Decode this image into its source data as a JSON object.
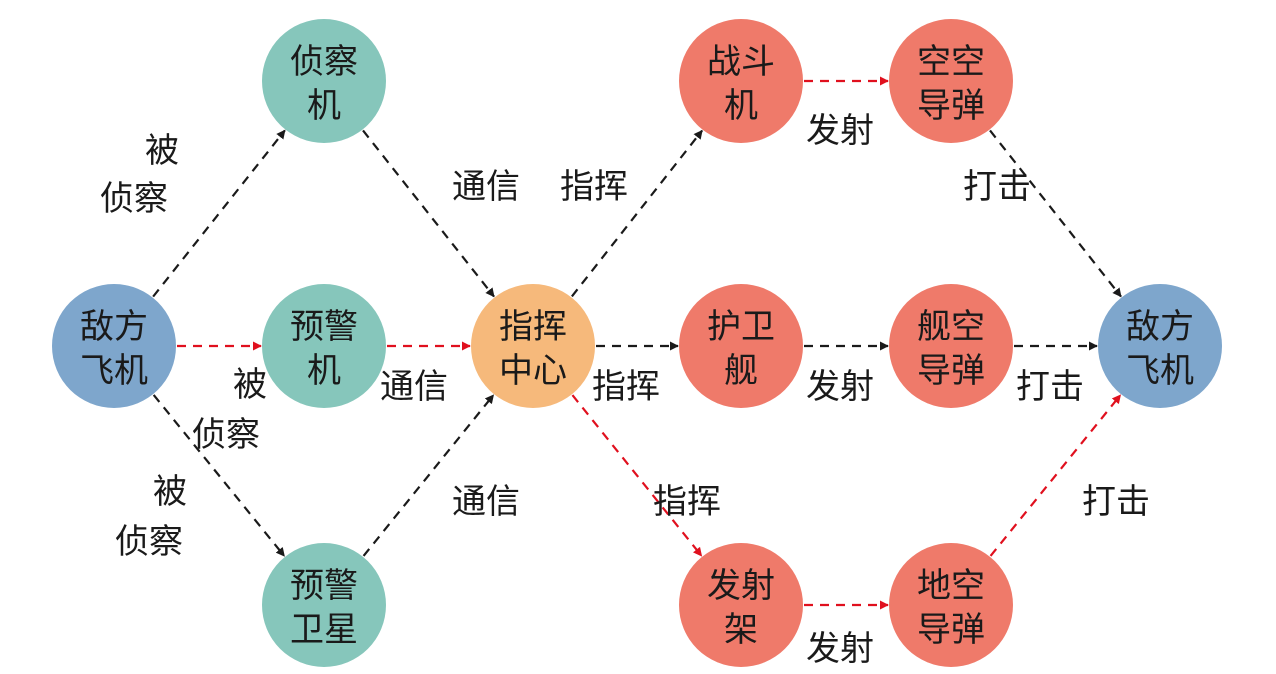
{
  "colors": {
    "enemy": "#7ea6cc",
    "sensor": "#86c6bb",
    "command": "#f6b97b",
    "strike": "#ef7a6a",
    "edge_black": "#1a1a1a",
    "edge_red": "#e0101e"
  },
  "nodes": {
    "enemy_left": {
      "lines": [
        "敌方",
        "飞机"
      ],
      "kind": "enemy"
    },
    "recon_plane": {
      "lines": [
        "侦察",
        "机"
      ],
      "kind": "sensor"
    },
    "awacs": {
      "lines": [
        "预警",
        "机"
      ],
      "kind": "sensor"
    },
    "ew_satellite": {
      "lines": [
        "预警",
        "卫星"
      ],
      "kind": "sensor"
    },
    "command_center": {
      "lines": [
        "指挥",
        "中心"
      ],
      "kind": "command"
    },
    "fighter": {
      "lines": [
        "战斗",
        "机"
      ],
      "kind": "strike"
    },
    "escort_ship": {
      "lines": [
        "护卫",
        "舰"
      ],
      "kind": "strike"
    },
    "launcher": {
      "lines": [
        "发射",
        "架"
      ],
      "kind": "strike"
    },
    "aa_missile": {
      "lines": [
        "空空",
        "导弹"
      ],
      "kind": "strike"
    },
    "ship_missile": {
      "lines": [
        "舰空",
        "导弹"
      ],
      "kind": "strike"
    },
    "sa_missile": {
      "lines": [
        "地空",
        "导弹"
      ],
      "kind": "strike"
    },
    "enemy_right": {
      "lines": [
        "敌方",
        "飞机"
      ],
      "kind": "enemy"
    }
  },
  "edges": [
    {
      "id": "enemy-recon",
      "from": "enemy_left",
      "to": "recon_plane",
      "color": "black",
      "label": [
        "被",
        "侦察"
      ]
    },
    {
      "id": "enemy-awacs",
      "from": "enemy_left",
      "to": "awacs",
      "color": "red",
      "label": [
        "被",
        "侦察"
      ]
    },
    {
      "id": "enemy-sat",
      "from": "enemy_left",
      "to": "ew_satellite",
      "color": "black",
      "label": [
        "被",
        "侦察"
      ]
    },
    {
      "id": "recon-cmd",
      "from": "recon_plane",
      "to": "command_center",
      "color": "black",
      "label": [
        "通信"
      ]
    },
    {
      "id": "awacs-cmd",
      "from": "awacs",
      "to": "command_center",
      "color": "red",
      "label": [
        "通信"
      ]
    },
    {
      "id": "sat-cmd",
      "from": "ew_satellite",
      "to": "command_center",
      "color": "black",
      "label": [
        "通信"
      ]
    },
    {
      "id": "cmd-fighter",
      "from": "command_center",
      "to": "fighter",
      "color": "black",
      "label": [
        "指挥"
      ]
    },
    {
      "id": "cmd-ship",
      "from": "command_center",
      "to": "escort_ship",
      "color": "black",
      "label": [
        "指挥"
      ]
    },
    {
      "id": "cmd-launcher",
      "from": "command_center",
      "to": "launcher",
      "color": "red",
      "label": [
        "指挥"
      ]
    },
    {
      "id": "fighter-aam",
      "from": "fighter",
      "to": "aa_missile",
      "color": "red",
      "label": [
        "发射"
      ]
    },
    {
      "id": "ship-sam",
      "from": "escort_ship",
      "to": "ship_missile",
      "color": "black",
      "label": [
        "发射"
      ]
    },
    {
      "id": "launcher-sam",
      "from": "launcher",
      "to": "sa_missile",
      "color": "red",
      "label": [
        "发射"
      ]
    },
    {
      "id": "aam-enemy",
      "from": "aa_missile",
      "to": "enemy_right",
      "color": "black",
      "label": [
        "打击"
      ]
    },
    {
      "id": "shipsam-enemy",
      "from": "ship_missile",
      "to": "enemy_right",
      "color": "black",
      "label": [
        "打击"
      ]
    },
    {
      "id": "sam-enemy",
      "from": "sa_missile",
      "to": "enemy_right",
      "color": "red",
      "label": [
        "打击"
      ]
    }
  ]
}
